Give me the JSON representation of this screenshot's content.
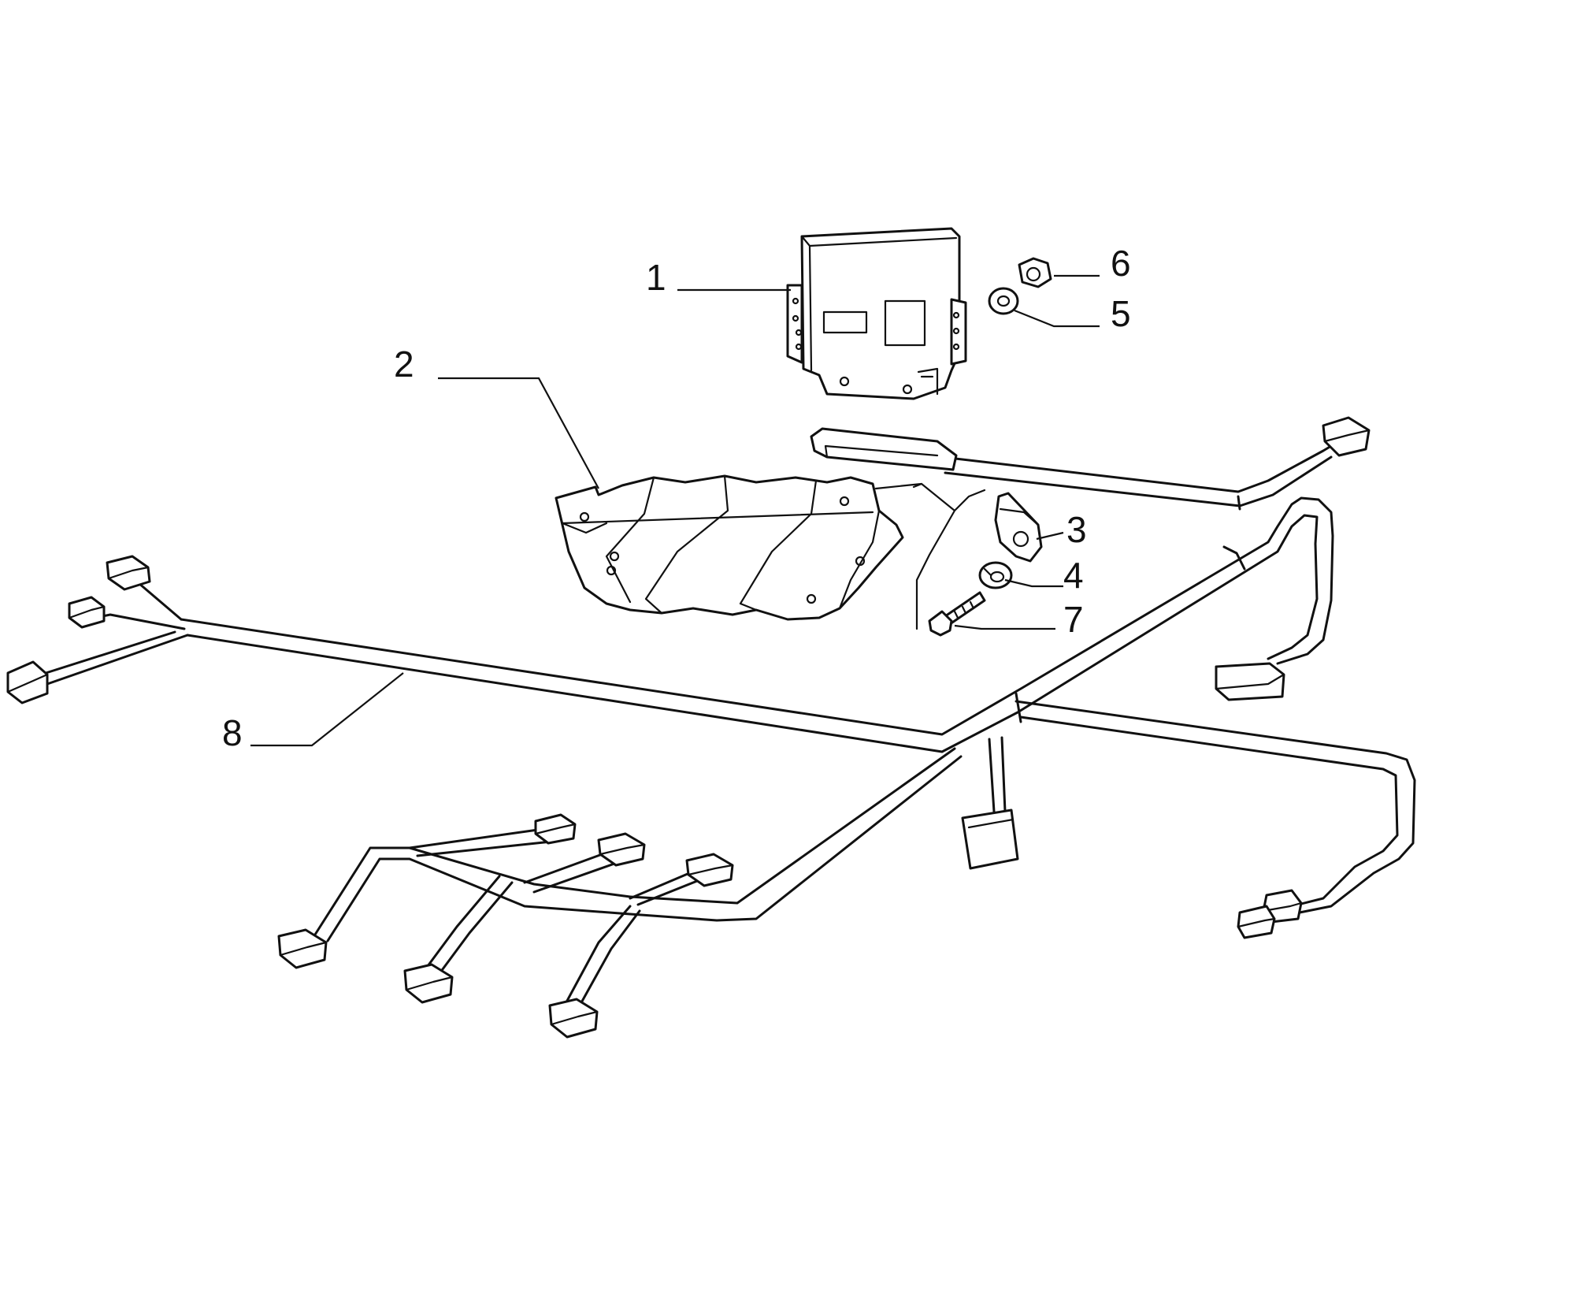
{
  "callouts": [
    {
      "id": "1",
      "label": "1"
    },
    {
      "id": "2",
      "label": "2"
    },
    {
      "id": "3",
      "label": "3"
    },
    {
      "id": "4",
      "label": "4"
    },
    {
      "id": "5",
      "label": "5"
    },
    {
      "id": "6",
      "label": "6"
    },
    {
      "id": "7",
      "label": "7"
    },
    {
      "id": "8",
      "label": "8"
    }
  ],
  "colors": {
    "ink": "#111111",
    "background": "#ffffff"
  }
}
